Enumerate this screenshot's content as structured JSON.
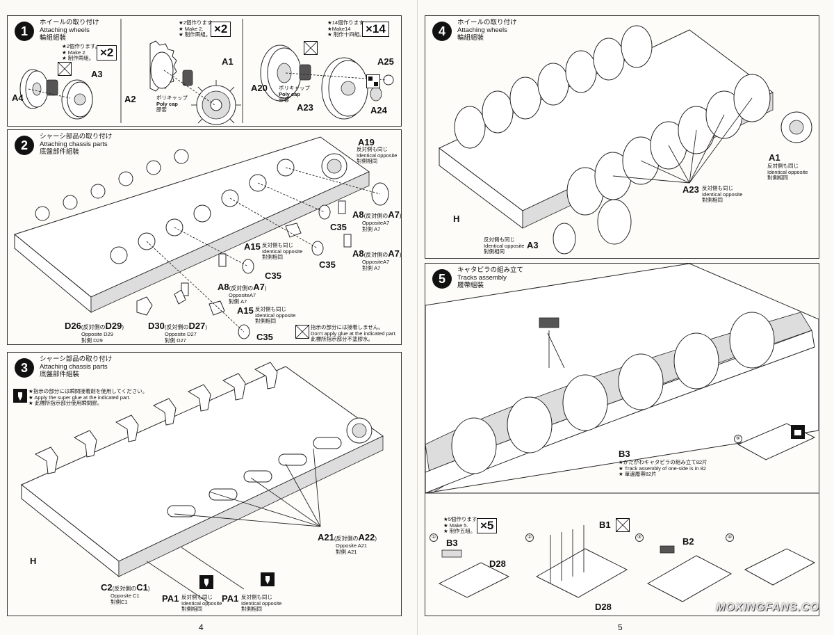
{
  "page_numbers": {
    "left": "4",
    "right": "5"
  },
  "watermark": "MOXINGFANS.COM",
  "steps": [
    {
      "number": "1",
      "title_jp": "ホイールの取り付け",
      "title_en": "Attaching wheels",
      "title_cn": "輪組組裝"
    },
    {
      "number": "2",
      "title_jp": "シャーシ部品の取り付け",
      "title_en": "Attaching chassis parts",
      "title_cn": "底盤部件組裝"
    },
    {
      "number": "3",
      "title_jp": "シャーシ部品の取り付け",
      "title_en": "Attaching chassis parts",
      "title_cn": "底盤部件組裝"
    },
    {
      "number": "4",
      "title_jp": "ホイールの取り付け",
      "title_en": "Attaching wheels",
      "title_cn": "輪組組裝"
    },
    {
      "number": "5",
      "title_jp": "キャタピラの組み立て",
      "title_en": "Tracks assembly",
      "title_cn": "履帶組裝"
    }
  ],
  "step1": {
    "sub_a": {
      "make_jp": "★2個作ります。",
      "make_en": "★ Make 2.",
      "make_cn": "★ 制作兩組。",
      "count": "×2",
      "parts": [
        "A4",
        "A3"
      ]
    },
    "sub_b": {
      "make_jp": "★2個作ります。",
      "make_en": "★ Make 2.",
      "make_cn": "★ 制作兩組。",
      "count": "×2",
      "parts": [
        "A2",
        "A1"
      ],
      "polycap": {
        "jp": "ポリキャップ",
        "en": "Poly cap",
        "cn": "膠套"
      }
    },
    "sub_c": {
      "make_jp": "★14個作ります。",
      "make_en": "★Make14",
      "make_cn": "★ 制作十四組。",
      "count": "×14",
      "parts": [
        "A20",
        "A23",
        "A24",
        "A25"
      ],
      "polycap": {
        "jp": "ポリキャップ",
        "en": "Poly cap",
        "cn": "膠套"
      }
    }
  },
  "step2": {
    "labels": {
      "a19": "A19",
      "a8_1": "A8",
      "a8_2": "A8",
      "a8_3": "A8",
      "c35_1": "C35",
      "c35_2": "C35",
      "c35_3": "C35",
      "c35_4": "C35",
      "a15_1": "A15",
      "a15_2": "A15",
      "d26": "D26",
      "d29": "D29",
      "d30": "D30",
      "d27": "D27",
      "a7": "A7"
    },
    "opp_jp_a7": "(反対側の",
    "opp_en_a7": "OppositeA7",
    "opp_cn_a7": "對側 A7",
    "identical_jp": "反対側も同じ",
    "identical_en": "Identical opposite",
    "identical_cn": "對側相同",
    "d26_en": "Opposite D29",
    "d26_cn": "對側 D29",
    "d30_en": "Opposite D27",
    "d30_cn": "對側 D27",
    "opp_word": "反対側の",
    "glue_note": {
      "jp": "指示の部分には接着しません。",
      "en": "Don't apply glue at the indicated part.",
      "cn": "此標所指示部分不塗膠水。"
    }
  },
  "step3": {
    "glue_note": {
      "jp": "★指示の部分には瞬間接着剤を使用してください。",
      "en": "★ Apply the super glue at the indicated part.",
      "cn": "★ 此標所指示部分使用瞬間膠。"
    },
    "a21": "A21",
    "a22": "A22",
    "a21_en": "Opposite A21",
    "a21_cn": "對側 A21",
    "h": "H",
    "c2": "C2",
    "c1": "C1",
    "c2_en": "Opposite C1",
    "c2_cn": "對側C1",
    "pa1": "PA1",
    "identical_jp": "反対側も同じ",
    "identical_en": "Identical opposite",
    "identical_cn": "對側相同",
    "opp_word": "反対側の"
  },
  "step4": {
    "a1": "A1",
    "a23": "A23",
    "a3": "A3",
    "h": "H",
    "identical_jp": "反対側も同じ",
    "identical_en": "Identical opposite",
    "identical_cn": "對側相同"
  },
  "step5": {
    "b3_note": {
      "part": "B3",
      "jp": "★かたがわキャタピラの組み立て82片",
      "en": "★ Track assembly of one-side is in 82",
      "cn": "★ 單邊履帶82片"
    },
    "make": {
      "jp": "★5個作ります。",
      "en": "★ Make 5.",
      "cn": "★ 制作五組。",
      "count": "×5"
    },
    "substeps": [
      "①",
      "②",
      "③",
      "④",
      "⑤"
    ],
    "parts": {
      "b3": "B3",
      "d28_1": "D28",
      "b1": "B1",
      "d28_2": "D28",
      "b2": "B2"
    }
  }
}
